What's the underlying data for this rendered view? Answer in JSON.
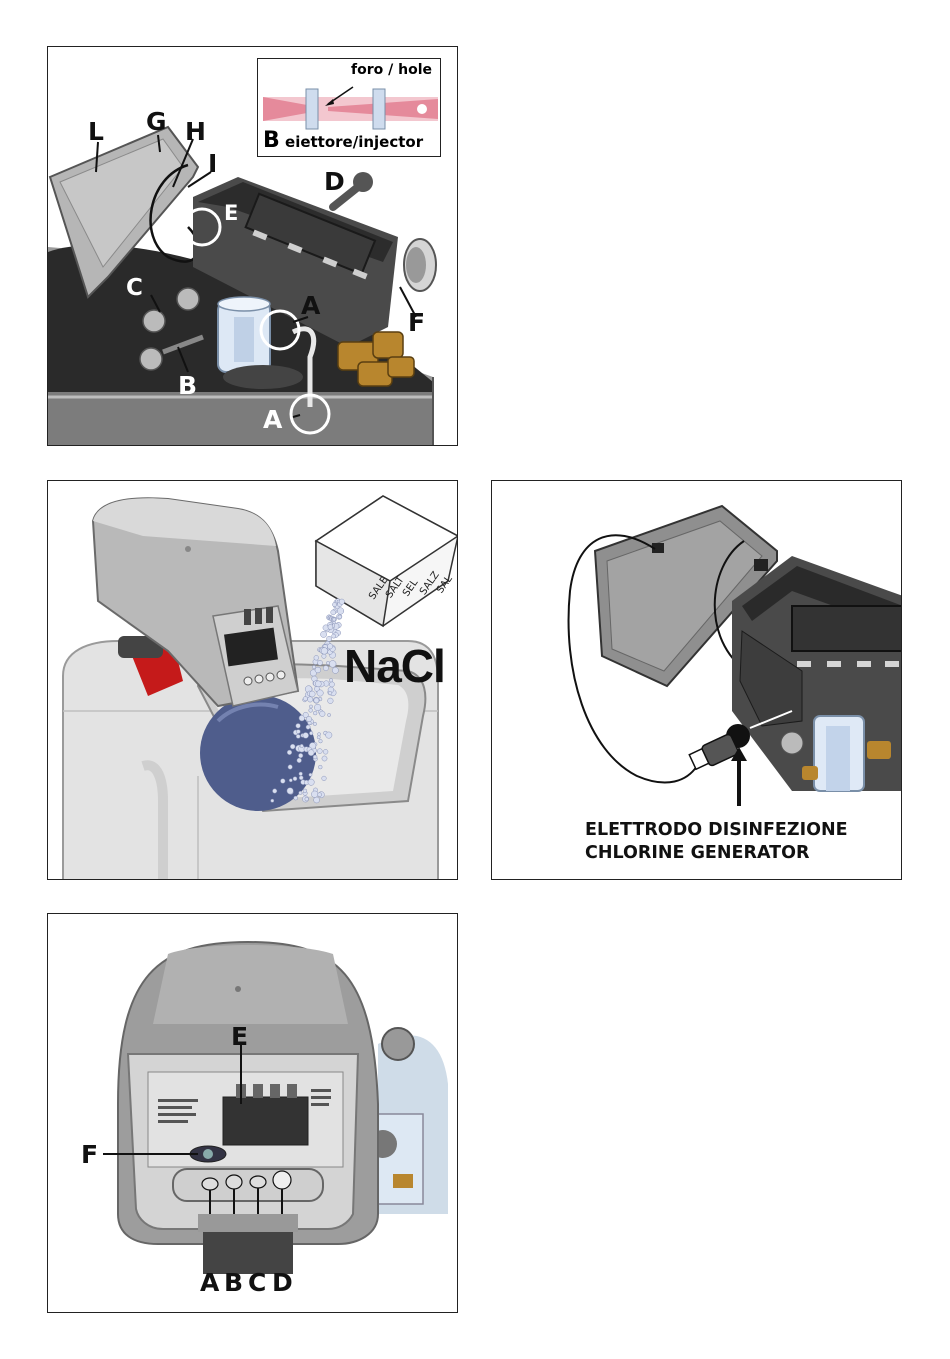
{
  "panel1": {
    "labels": {
      "L": "L",
      "G": "G",
      "H": "H",
      "I": "I",
      "E": "E",
      "D": "D",
      "C": "C",
      "A_top": "A",
      "F": "F",
      "B": "B",
      "A_bottom": "A"
    },
    "inset": {
      "hole_label": "foro / hole",
      "letter": "B",
      "injector_label": "eiettore/injector"
    }
  },
  "panel2": {
    "box_text": [
      "SALE",
      "SALT",
      "SEL",
      "SALZ",
      "SAL"
    ],
    "nacl": "NaCl"
  },
  "panel3": {
    "caption_line1": "ELETTRODO DISINFEZIONE",
    "caption_line2": "CHLORINE GENERATOR"
  },
  "panel4": {
    "labels": {
      "E": "E",
      "F": "F",
      "A": "A",
      "B": "B",
      "C": "C",
      "D": "D"
    }
  }
}
